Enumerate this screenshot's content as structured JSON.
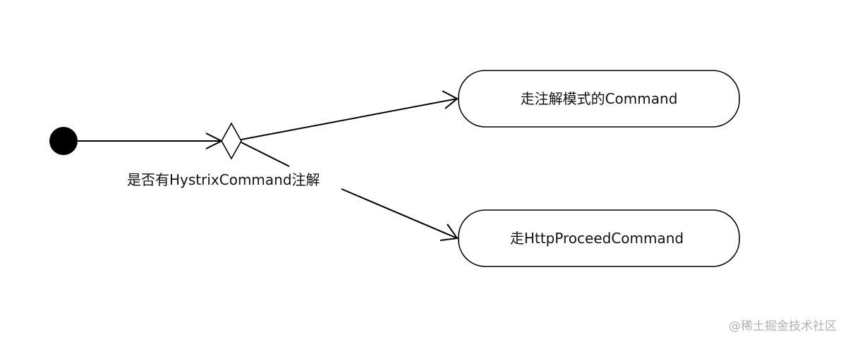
{
  "diagram": {
    "decision_label": "是否有HystrixCommand注解",
    "state_top_label": "走注解模式的Command",
    "state_bottom_label": "走HttpProceedCommand",
    "watermark": "@稀土掘金技术社区"
  }
}
